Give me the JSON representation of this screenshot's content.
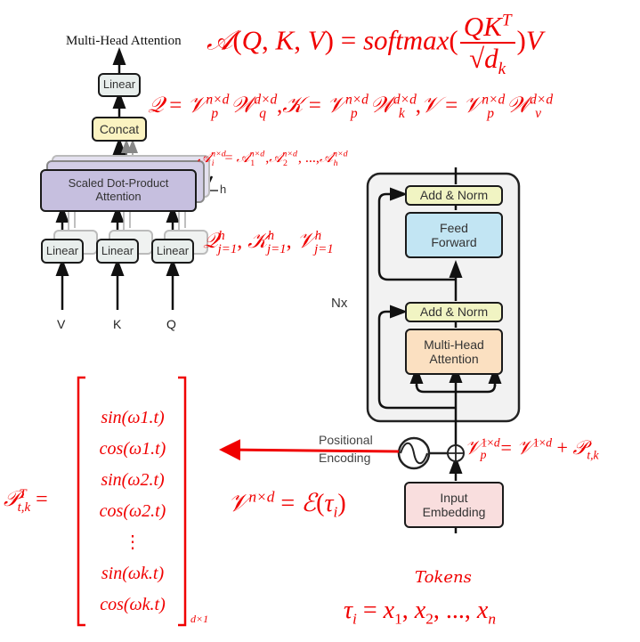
{
  "multi_head": {
    "title": "Multi-Head Attention",
    "linear_top": "Linear",
    "concat": "Concat",
    "sdpa_line1": "Scaled Dot-Product",
    "sdpa_line2": "Attention",
    "h_label": "h",
    "linear_inputs": [
      "Linear",
      "Linear",
      "Linear"
    ],
    "input_labels": [
      "V",
      "K",
      "Q"
    ]
  },
  "encoder": {
    "nx_label": "Nx",
    "add_norm_top": "Add & Norm",
    "feed_forward_line1": "Feed",
    "feed_forward_line2": "Forward",
    "add_norm_bottom": "Add & Norm",
    "mha_line1": "Multi-Head",
    "mha_line2": "Attention",
    "pos_enc_line1": "Positional",
    "pos_enc_line2": "Encoding",
    "input_emb_line1": "Input",
    "input_emb_line2": "Embedding"
  },
  "equations": {
    "attention": "A(Q,K,V) = softmax(QK^T / √d_k) V",
    "qkv": "Q = V_p^{n×d} W_q^{d×d}, K = V_p^{n×d} W_k^{d×d}, V = V_p^{n×d} W_v^{d×d}",
    "heads": "A_i^{n×d} = A_1^{n×d}, A_2^{n×d}, ..., A_h^{n×d}",
    "split": "Q_{j=1}^h, K_{j=1}^h, V_{j=1}^h",
    "vp": "V_p^{1×d} = V^{1×d} + P_{t,k}",
    "embedding": "V^{n×d} = E(τ_i)",
    "tokens_label": "Tokens",
    "tokens": "τ_i = x_1, x_2, ..., x_n",
    "pos_matrix_lhs": "P_{t,k}^T =",
    "pos_matrix_rows": [
      "sin(ω1.t)",
      "cos(ω1.t)",
      "sin(ω2.t)",
      "cos(ω2.t)",
      "⋮",
      "sin(ωk.t)",
      "cos(ωk.t)"
    ],
    "pos_matrix_dim": "d×1"
  },
  "colors": {
    "annotation": "#f00000",
    "linear_fill": "#e8eeec",
    "concat_fill": "#fbf3c1",
    "sdpa_fill": "#c6bfdf",
    "add_norm_fill": "#f1f4c3",
    "feed_forward_fill": "#c2e5f3",
    "mha_fill": "#fbe0c1",
    "input_embedding_fill": "#f9dede",
    "encoder_block_fill": "#f2f2f2"
  }
}
